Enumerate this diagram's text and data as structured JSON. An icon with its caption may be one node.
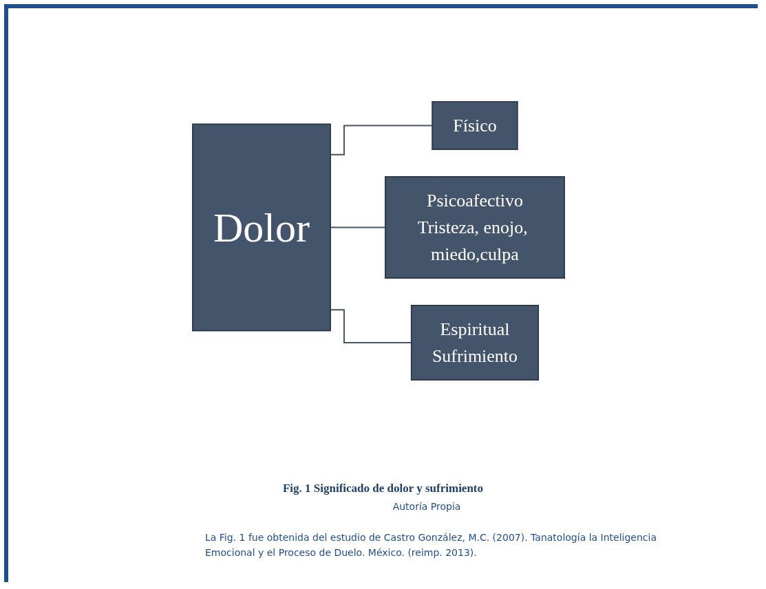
{
  "diagram": {
    "caption": "Fig. 1 Significado de dolor y sufrimiento",
    "nodes": [
      {
        "text": [
          "Dolor"
        ]
      },
      {
        "text": [
          "Físico"
        ]
      },
      {
        "text": [
          "Psicoafectivo",
          "Tristeza, enojo, miedo,culpa"
        ]
      },
      {
        "text": [
          "Espiritual",
          "Sufrimiento"
        ]
      }
    ],
    "edges": [
      {
        "from": 0,
        "to": 1,
        "arrow": "none"
      },
      {
        "from": 0,
        "to": 2,
        "arrow": "none"
      },
      {
        "from": 0,
        "to": 3,
        "arrow": "none"
      }
    ],
    "labels": [
      "Autoría Propia",
      "La Fig. 1 fue obtenida del estudio de Castro González, M.C. (2007). Tanatología la Inteligencia Emocional y el Proceso de Duelo. México. (reimp. 2013)."
    ]
  }
}
